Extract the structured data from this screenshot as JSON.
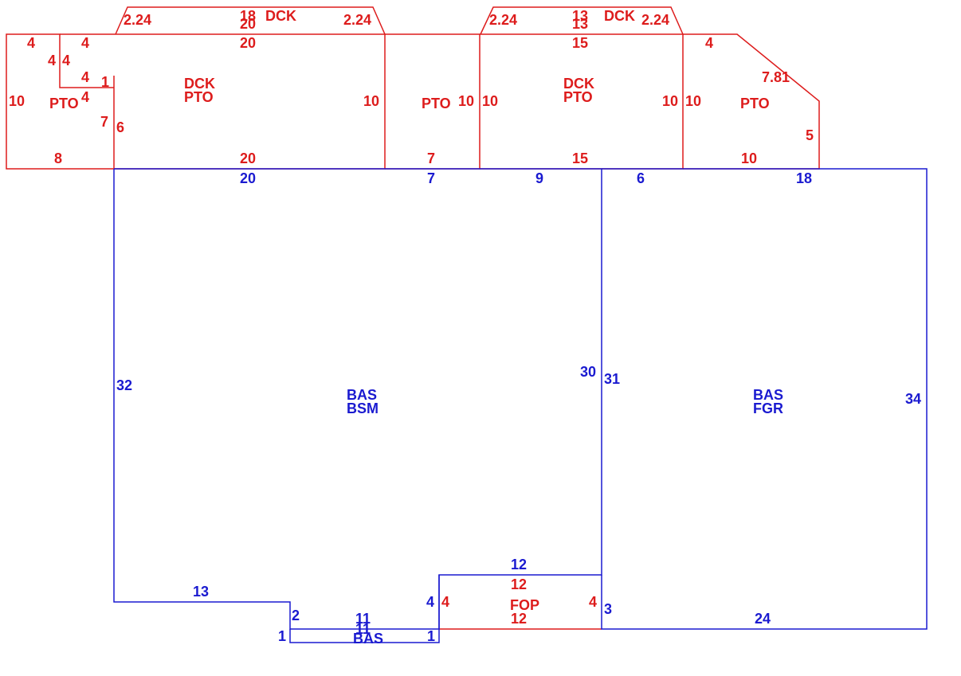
{
  "colors": {
    "red": "#dd1c1c",
    "blue": "#1a1ad0"
  },
  "areas": {
    "dck_left": {
      "code1": "DCK",
      "labels": {
        "top_a": "2.24",
        "top_b": "18",
        "top_c": "2.24"
      }
    },
    "dck_pto_left": {
      "code1": "DCK",
      "code2": "PTO",
      "labels": {
        "top": "20",
        "bottom": "20",
        "right": "10",
        "inner_left": "6",
        "inner_top": "1"
      }
    },
    "pto_far_left": {
      "code1": "PTO",
      "labels": {
        "top_a": "4",
        "top_b": "4",
        "notch_a": "4",
        "notch_b": "4",
        "notch_c": "4",
        "notch_d": "4",
        "left": "10",
        "bottom": "8",
        "inner": "7"
      }
    },
    "pto_mid": {
      "code1": "PTO",
      "labels": {
        "bottom": "7",
        "right": "10"
      }
    },
    "dck_right": {
      "code1": "DCK",
      "labels": {
        "top_a": "2.24",
        "top_b": "13",
        "top_c": "2.24"
      }
    },
    "dck_pto_right": {
      "code1": "DCK",
      "code2": "PTO",
      "labels": {
        "top": "15",
        "top_dup": "15",
        "bottom": "15",
        "left": "10",
        "right": "10"
      }
    },
    "pto_right": {
      "code1": "PTO",
      "labels": {
        "top": "4",
        "diag": "7.81",
        "right": "5",
        "bottom": "10",
        "left": "10"
      }
    },
    "top_dup": {
      "labels": {
        "dck_left_top": "20",
        "dck_right_top": "13"
      }
    },
    "bas_bsm": {
      "code1": "BAS",
      "code2": "BSM",
      "labels": {
        "top": "20",
        "top_mid": "7",
        "top_right": "9",
        "left": "32",
        "right": "30",
        "bottom_left": "13",
        "step": "2",
        "bottom_mid": "11",
        "fop_side": "4"
      }
    },
    "bas_fgr": {
      "code1": "BAS",
      "code2": "FGR",
      "labels": {
        "top_left": "6",
        "top_right": "18",
        "left": "31",
        "right": "34",
        "bottom": "24",
        "notch": "3",
        "fop_top": "12"
      }
    },
    "bas_small": {
      "code1": "BAS",
      "labels": {
        "left": "1",
        "right": "1",
        "top": "11"
      }
    },
    "fop": {
      "code1": "FOP",
      "labels": {
        "top": "12",
        "bottom": "12",
        "left": "4",
        "right": "4"
      }
    }
  }
}
